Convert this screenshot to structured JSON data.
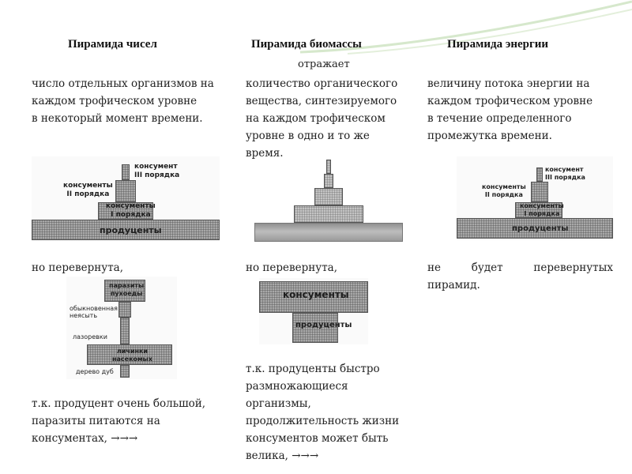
{
  "headers": {
    "numbers": "Пирамида чисел",
    "biomass": "Пирамида биомассы",
    "energy": "Пирамида энергии"
  },
  "subheader": "отражает",
  "col1": {
    "desc": [
      "число отдельных организмов на",
      "каждом трофическом уровне",
      "в некоторый момент времени."
    ],
    "pyramid": {
      "top": [
        "консумент",
        "III порядка"
      ],
      "left": [
        "консументы",
        "II порядка"
      ],
      "mid": [
        "консументы",
        "I порядка"
      ],
      "base": "продуценты"
    },
    "but_inverted": "но перевернута,",
    "inverted_pyramid": {
      "top": [
        "паразиты",
        "пухоеды"
      ],
      "l2": [
        "обыкновенная",
        "неясыть"
      ],
      "l3": "лазоревки",
      "l4": [
        "личинки",
        "насекомых"
      ],
      "base": "дерево дуб"
    },
    "reason": [
      "т.к. продуцент очень большой,",
      "паразиты питаются на",
      "консументах, →→→"
    ]
  },
  "col2": {
    "desc": [
      "количество органического",
      "вещества, синтезируемого",
      "на каждом трофическом",
      "уровне в одно и то же",
      "время."
    ],
    "but_inverted": "но перевернута,",
    "inverted_pyramid": {
      "top": "консументы",
      "bottom": "продуценты"
    },
    "reason": [
      "т.к. продуценты быстро",
      "размножающиеся",
      "организмы,",
      "продолжительность жизни",
      "консументов может быть",
      "велика, →→→"
    ]
  },
  "col3": {
    "desc": [
      "величину потока энергии на",
      "каждом трофическом уровне",
      "в течение определенного",
      "промежутка времени."
    ],
    "pyramid": {
      "top": [
        "консумент",
        "III порядка"
      ],
      "left": [
        "консументы",
        "II порядка"
      ],
      "mid": [
        "консументы",
        "I порядка"
      ],
      "base": "продуценты"
    },
    "note_line1": [
      "не",
      "будет",
      "перевернутых"
    ],
    "note_line2": "пирамид."
  },
  "colors": {
    "accent_swoosh": "#cfe3c4",
    "hatch": "#a9a9a9",
    "text": "#222222"
  }
}
